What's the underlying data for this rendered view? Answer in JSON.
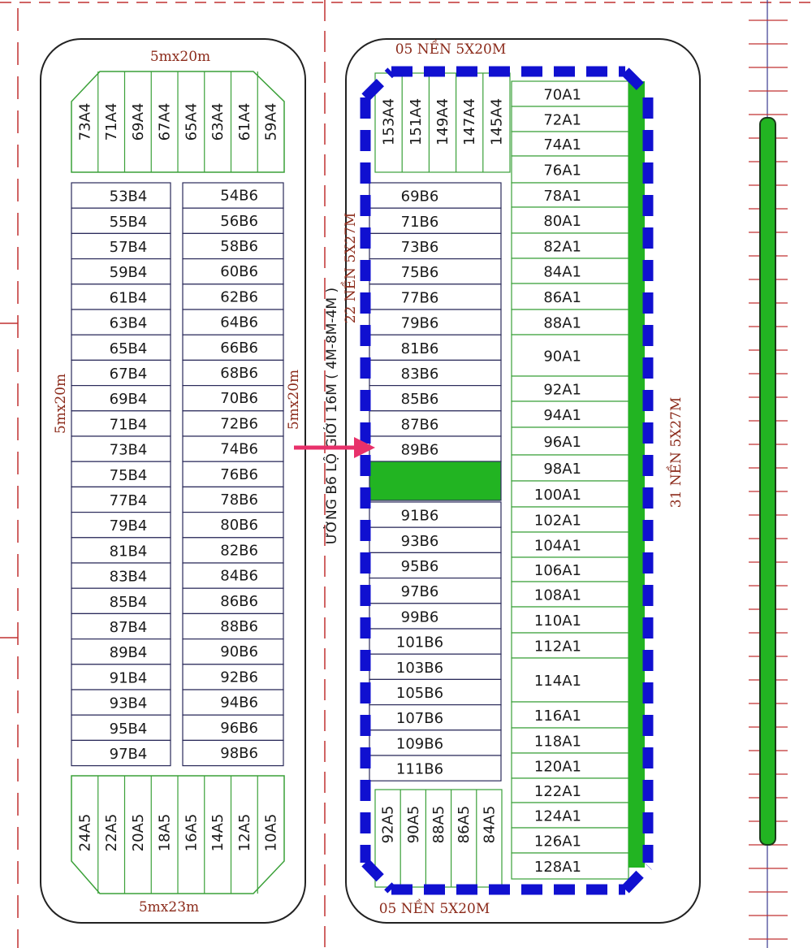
{
  "colors": {
    "lot_border": "#2a2a5a",
    "top_bottom_border": "#3aa038",
    "blue_dash": "#1010d0",
    "green_park": "#22b422",
    "arrow": "#e8306a",
    "dimension_text": "#8b2a1a"
  },
  "left_block": {
    "dim_top": "5mx20m",
    "dim_left": "5mx20m",
    "dim_right": "5mx20m",
    "dim_bottom": "5mx23m",
    "top_lots": [
      "73A4",
      "71A4",
      "69A4",
      "67A4",
      "65A4",
      "63A4",
      "61A4",
      "59A4"
    ],
    "col_left": [
      "53B4",
      "55B4",
      "57B4",
      "59B4",
      "61B4",
      "63B4",
      "65B4",
      "67B4",
      "69B4",
      "71B4",
      "73B4",
      "75B4",
      "77B4",
      "79B4",
      "81B4",
      "83B4",
      "85B4",
      "87B4",
      "89B4",
      "91B4",
      "93B4",
      "95B4",
      "97B4"
    ],
    "col_right": [
      "54B6",
      "56B6",
      "58B6",
      "60B6",
      "62B6",
      "64B6",
      "66B6",
      "68B6",
      "70B6",
      "72B6",
      "74B6",
      "76B6",
      "78B6",
      "80B6",
      "82B6",
      "84B6",
      "86B6",
      "88B6",
      "90B6",
      "92B6",
      "94B6",
      "96B6",
      "98B6"
    ],
    "bottom_lots": [
      "24A5",
      "22A5",
      "20A5",
      "18A5",
      "16A5",
      "14A5",
      "12A5",
      "10A5"
    ]
  },
  "road_label": "ƯỜNG B6 LỘ GIỚI 16M ( 4M-8M-4M )",
  "right_block": {
    "top_label": "05 NỀN 5X20M",
    "bottom_label": "05 NỀN 5X20M",
    "left_label": "22 NỀN 5X27M",
    "right_label": "31 NỀN 5X27M",
    "top_lots": [
      "153A4",
      "151A4",
      "149A4",
      "147A4",
      "145A4"
    ],
    "mid_lots_upper": [
      "69B6",
      "71B6",
      "73B6",
      "75B6",
      "77B6",
      "79B6",
      "81B6",
      "83B6",
      "85B6",
      "87B6",
      "89B6"
    ],
    "mid_lots_lower": [
      "91B6",
      "93B6",
      "95B6",
      "97B6",
      "99B6",
      "101B6",
      "103B6",
      "105B6",
      "107B6",
      "109B6",
      "111B6"
    ],
    "bottom_lots": [
      "92A5",
      "90A5",
      "88A5",
      "86A5",
      "84A5"
    ],
    "a1_lots": [
      "70A1",
      "72A1",
      "74A1",
      "76A1",
      "78A1",
      "80A1",
      "82A1",
      "84A1",
      "86A1",
      "88A1",
      "90A1",
      "92A1",
      "94A1",
      "96A1",
      "98A1",
      "100A1",
      "102A1",
      "104A1",
      "106A1",
      "108A1",
      "110A1",
      "112A1",
      "114A1",
      "116A1",
      "118A1",
      "120A1",
      "122A1",
      "124A1",
      "126A1",
      "128A1"
    ]
  }
}
